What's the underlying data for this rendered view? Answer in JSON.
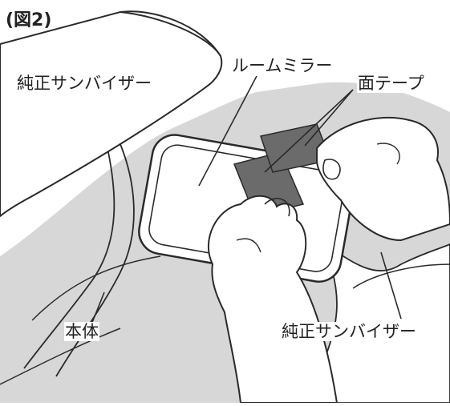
{
  "figure_label": "(図2)",
  "labels": {
    "sunvisor_top": "純正サンバイザー",
    "room_mirror": "ルームミラー",
    "double_tape": "面テープ",
    "body": "本体",
    "sunvisor_bottom": "純正サンバイザー"
  },
  "colors": {
    "background": "#ffffff",
    "grey_region": "#d7d7d7",
    "line": "#2a2a2a",
    "tape": "#6b6b6b"
  }
}
